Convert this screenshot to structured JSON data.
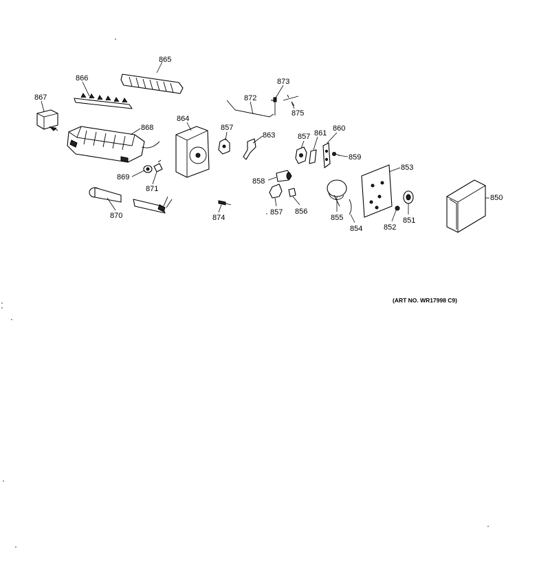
{
  "diagram": {
    "art_number": "(ART NO. WR17998 C9)",
    "callouts": [
      {
        "id": "865",
        "text": "865"
      },
      {
        "id": "866",
        "text": "866"
      },
      {
        "id": "867",
        "text": "867"
      },
      {
        "id": "868",
        "text": "868"
      },
      {
        "id": "864",
        "text": "864"
      },
      {
        "id": "869",
        "text": "869"
      },
      {
        "id": "871",
        "text": "871"
      },
      {
        "id": "870",
        "text": "870"
      },
      {
        "id": "872",
        "text": "872"
      },
      {
        "id": "873",
        "text": "873"
      },
      {
        "id": "875",
        "text": "875"
      },
      {
        "id": "857a",
        "text": "857"
      },
      {
        "id": "863",
        "text": "863"
      },
      {
        "id": "874",
        "text": "874"
      },
      {
        "id": "857b",
        "text": "857"
      },
      {
        "id": "861",
        "text": "861"
      },
      {
        "id": "860",
        "text": "860"
      },
      {
        "id": "859",
        "text": "859"
      },
      {
        "id": "858",
        "text": "858"
      },
      {
        "id": "857c",
        "text": "857"
      },
      {
        "id": "856",
        "text": "856"
      },
      {
        "id": "853",
        "text": "853"
      },
      {
        "id": "855",
        "text": "855"
      },
      {
        "id": "854",
        "text": "854"
      },
      {
        "id": "852",
        "text": "852"
      },
      {
        "id": "851",
        "text": "851"
      },
      {
        "id": "850",
        "text": "850"
      }
    ]
  }
}
